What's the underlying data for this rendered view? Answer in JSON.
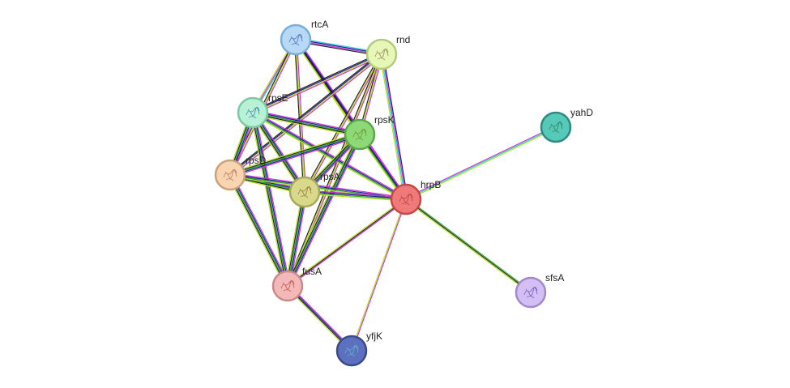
{
  "network": {
    "nodes": [
      {
        "id": "rtcA",
        "label": "rtcA",
        "fill": "#b7d9f5",
        "stroke": "#7aaed6",
        "inner": "#3a5fae"
      },
      {
        "id": "rnd",
        "label": "rnd",
        "fill": "#e6f7b8",
        "stroke": "#b3cc7a",
        "inner": "#8a7a4a"
      },
      {
        "id": "rpsE",
        "label": "rpsE",
        "fill": "#b8f2d6",
        "stroke": "#7cc9a2",
        "inner": "#3a6f9e"
      },
      {
        "id": "rpsK",
        "label": "rpsK",
        "fill": "#8ed977",
        "stroke": "#5ea64a",
        "inner": "#6b8a2a"
      },
      {
        "id": "rpsD",
        "label": "rpsD",
        "fill": "#f8d4b0",
        "stroke": "#c9a27c",
        "inner": "#b06a5a"
      },
      {
        "id": "rpsA",
        "label": "rpsA",
        "fill": "#d9d98a",
        "stroke": "#a8a85a",
        "inner": "#8a6a3a"
      },
      {
        "id": "hrpB",
        "label": "hrpB",
        "fill": "#f07a7a",
        "stroke": "#c44848",
        "inner": "#b03a3a"
      },
      {
        "id": "yahD",
        "label": "yahD",
        "fill": "#56c9b8",
        "stroke": "#2d8a80",
        "inner": "#2a7a5a"
      },
      {
        "id": "fusA",
        "label": "fusA",
        "fill": "#f5b8b8",
        "stroke": "#c98a8a",
        "inner": "#b04a4a"
      },
      {
        "id": "sfsA",
        "label": "sfsA",
        "fill": "#d4bff5",
        "stroke": "#a08ac9",
        "inner": "#6a4aae"
      },
      {
        "id": "yfjK",
        "label": "yfjK",
        "fill": "#5d6fbf",
        "stroke": "#3a4a8a",
        "inner": "#5ac4c4"
      }
    ],
    "edges": [
      {
        "source": "rtcA",
        "target": "rnd",
        "colors": [
          "#2ad2d2",
          "#1a1aa8",
          "#cc33cc",
          "#222222"
        ]
      },
      {
        "source": "rtcA",
        "target": "rpsE",
        "colors": [
          "#2ad2d2",
          "#cc33cc",
          "#b8e020"
        ]
      },
      {
        "source": "rtcA",
        "target": "rpsK",
        "colors": [
          "#cc33cc",
          "#1a1aa8",
          "#222222",
          "#b8e020"
        ]
      },
      {
        "source": "rtcA",
        "target": "rpsD",
        "colors": [
          "#cc33cc",
          "#b8e020",
          "#222222"
        ]
      },
      {
        "source": "rtcA",
        "target": "rpsA",
        "colors": [
          "#cc33cc",
          "#b8e020",
          "#222222"
        ]
      },
      {
        "source": "rtcA",
        "target": "hrpB",
        "colors": [
          "#cc33cc",
          "#1a1aa8",
          "#222222",
          "#b8e020"
        ]
      },
      {
        "source": "rnd",
        "target": "rpsE",
        "colors": [
          "#cc33cc",
          "#b8e020",
          "#1a1aa8",
          "#222222"
        ]
      },
      {
        "source": "rnd",
        "target": "rpsK",
        "colors": [
          "#cc33cc",
          "#b8e020",
          "#222222"
        ]
      },
      {
        "source": "rnd",
        "target": "rpsD",
        "colors": [
          "#cc33cc",
          "#b8e020",
          "#1a1aa8",
          "#222222"
        ]
      },
      {
        "source": "rnd",
        "target": "rpsA",
        "colors": [
          "#cc33cc",
          "#b8e020",
          "#222222"
        ]
      },
      {
        "source": "rnd",
        "target": "hrpB",
        "colors": [
          "#1a1aa8",
          "#cc33cc",
          "#2ad2d2",
          "#b8e020"
        ]
      },
      {
        "source": "rnd",
        "target": "fusA",
        "colors": [
          "#cc33cc",
          "#b8e020",
          "#222222"
        ]
      },
      {
        "source": "rpsE",
        "target": "rpsK",
        "colors": [
          "#cc33cc",
          "#1a1aa8",
          "#22a822",
          "#222222",
          "#b8e020"
        ]
      },
      {
        "source": "rpsE",
        "target": "rpsD",
        "colors": [
          "#cc33cc",
          "#1a1aa8",
          "#22a822",
          "#222222",
          "#b8e020"
        ]
      },
      {
        "source": "rpsE",
        "target": "rpsA",
        "colors": [
          "#cc33cc",
          "#1a1aa8",
          "#22a822",
          "#222222",
          "#b8e020"
        ]
      },
      {
        "source": "rpsE",
        "target": "hrpB",
        "colors": [
          "#cc33cc",
          "#1a1aa8",
          "#22a822",
          "#b8e020"
        ]
      },
      {
        "source": "rpsE",
        "target": "fusA",
        "colors": [
          "#cc33cc",
          "#1a1aa8",
          "#22a822",
          "#222222",
          "#b8e020"
        ]
      },
      {
        "source": "rpsK",
        "target": "rpsD",
        "colors": [
          "#cc33cc",
          "#1a1aa8",
          "#22a822",
          "#222222",
          "#b8e020"
        ]
      },
      {
        "source": "rpsK",
        "target": "rpsA",
        "colors": [
          "#cc33cc",
          "#1a1aa8",
          "#22a822",
          "#222222",
          "#b8e020"
        ]
      },
      {
        "source": "rpsK",
        "target": "hrpB",
        "colors": [
          "#cc33cc",
          "#1a1aa8",
          "#22a822",
          "#b8e020"
        ]
      },
      {
        "source": "rpsK",
        "target": "fusA",
        "colors": [
          "#cc33cc",
          "#1a1aa8",
          "#22a822",
          "#222222",
          "#b8e020"
        ]
      },
      {
        "source": "rpsD",
        "target": "rpsA",
        "colors": [
          "#cc33cc",
          "#1a1aa8",
          "#22a822",
          "#222222",
          "#b8e020"
        ]
      },
      {
        "source": "rpsD",
        "target": "hrpB",
        "colors": [
          "#cc33cc",
          "#1a1aa8",
          "#22a822",
          "#b8e020"
        ]
      },
      {
        "source": "rpsD",
        "target": "fusA",
        "colors": [
          "#cc33cc",
          "#1a1aa8",
          "#22a822",
          "#222222",
          "#b8e020"
        ]
      },
      {
        "source": "rpsA",
        "target": "hrpB",
        "colors": [
          "#cc33cc",
          "#1a1aa8",
          "#22a822",
          "#b8e020"
        ]
      },
      {
        "source": "rpsA",
        "target": "fusA",
        "colors": [
          "#cc33cc",
          "#1a1aa8",
          "#22a822",
          "#222222",
          "#b8e020"
        ]
      },
      {
        "source": "hrpB",
        "target": "yahD",
        "colors": [
          "#cc33cc",
          "#2ad2d2",
          "#b8e020"
        ]
      },
      {
        "source": "hrpB",
        "target": "sfsA",
        "colors": [
          "#22a822",
          "#222222",
          "#b8e020"
        ]
      },
      {
        "source": "hrpB",
        "target": "fusA",
        "colors": [
          "#cc33cc",
          "#222222",
          "#b8e020"
        ]
      },
      {
        "source": "hrpB",
        "target": "yfjK",
        "colors": [
          "#cc33cc",
          "#b8e020"
        ]
      },
      {
        "source": "fusA",
        "target": "yfjK",
        "colors": [
          "#cc33cc",
          "#1a1aa8",
          "#222222",
          "#b8e020"
        ]
      }
    ]
  }
}
